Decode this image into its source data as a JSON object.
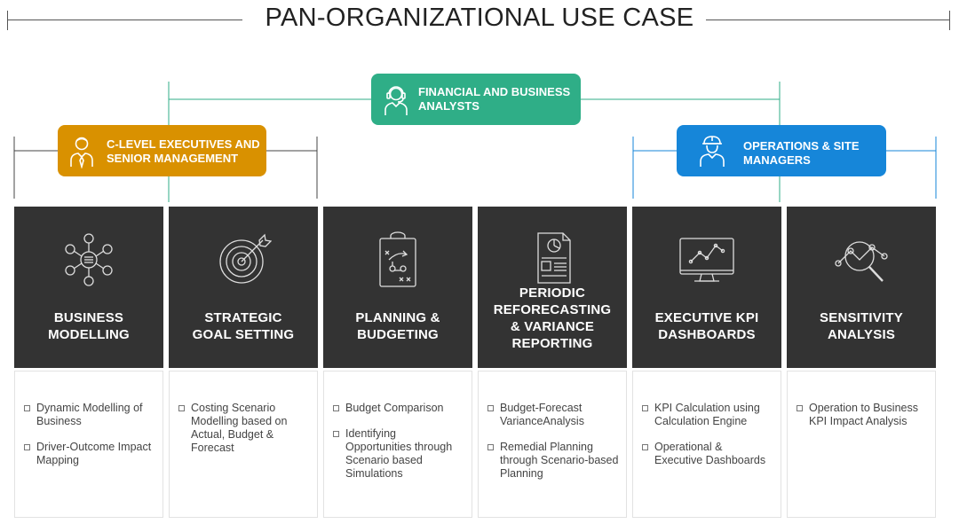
{
  "title": "PAN-ORGANIZATIONAL USE CASE",
  "colors": {
    "csuite": "#d99100",
    "analysts": "#2fae87",
    "operations": "#1686d9",
    "card": "#333333",
    "line_dark": "#555555",
    "line_green": "#2fae87",
    "line_blue": "#1686d9"
  },
  "roles": {
    "analysts": {
      "line1": "FINANCIAL AND BUSINESS",
      "line2": "ANALYSTS",
      "icon": "analyst-headset-icon"
    },
    "csuite": {
      "line1": "C-LEVEL EXECUTIVES AND",
      "line2": "SENIOR MANAGEMENT",
      "icon": "executive-icon"
    },
    "operations": {
      "line1": "OPERATIONS & SITE",
      "line2": "MANAGERS",
      "icon": "hardhat-worker-icon"
    }
  },
  "cards": [
    {
      "title": "BUSINESS\nMODELLING",
      "icon": "network-nodes-icon",
      "bullets": [
        "Dynamic Modelling of Business",
        "Driver-Outcome Impact Mapping"
      ]
    },
    {
      "title": "STRATEGIC\nGOAL SETTING",
      "icon": "target-icon",
      "bullets": [
        "Costing Scenario Modelling based on Actual, Budget & Forecast"
      ]
    },
    {
      "title": "PLANNING &\nBUDGETING",
      "icon": "clipboard-strategy-icon",
      "bullets": [
        "Budget Comparison",
        "Identifying Opportunities through Scenario based Simulations"
      ]
    },
    {
      "title": "PERIODIC\nREFORECASTING\n& VARIANCE\nREPORTING",
      "icon": "report-chart-icon",
      "bullets": [
        "Budget-Forecast VarianceAnalysis",
        "Remedial Planning through Scenario-based Planning"
      ]
    },
    {
      "title": "EXECUTIVE KPI\nDASHBOARDS",
      "icon": "monitor-dashboard-icon",
      "bullets": [
        "KPI Calculation using Calculation Engine",
        "Operational & Executive Dashboards"
      ]
    },
    {
      "title": "SENSITIVITY\nANALYSIS",
      "icon": "magnifier-analysis-icon",
      "bullets": [
        "Operation to Business KPI Impact Analysis"
      ]
    }
  ]
}
